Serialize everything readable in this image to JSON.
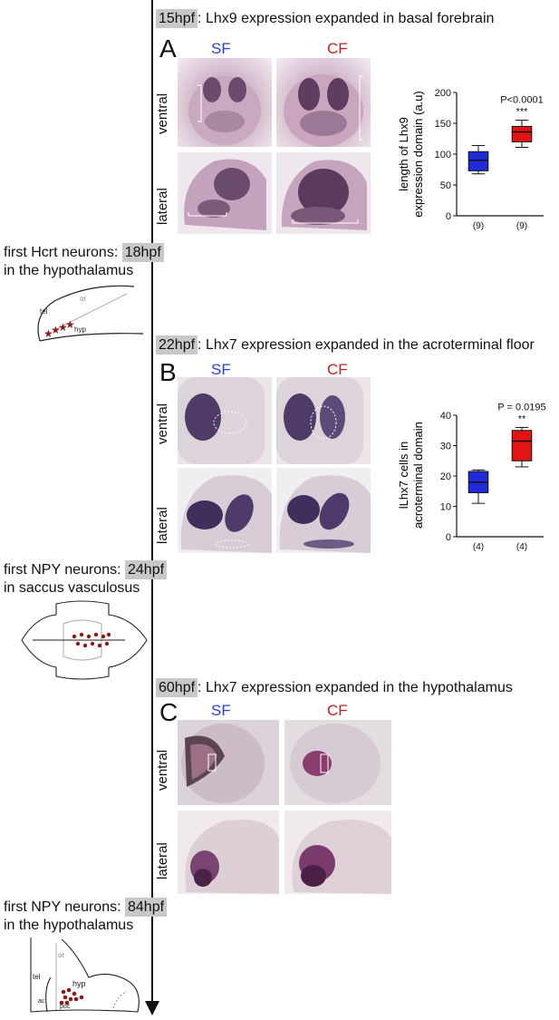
{
  "timeline": {
    "panelA": {
      "time": "15hpf",
      "text": "Lhx9 expression expanded in basal forebrain",
      "letter": "A"
    },
    "hcrt": {
      "line1_text": "first Hcrt neurons:",
      "time": "18hpf",
      "line2": "in the hypothalamus",
      "diagram_labels": {
        "or": "or",
        "tel": "tel",
        "hyp": "hyp"
      }
    },
    "panelB": {
      "time": "22hpf",
      "text": "Lhx7 expression expanded in the acroterminal floor",
      "letter": "B"
    },
    "npy1": {
      "line1_text": "first NPY neurons:",
      "time": "24hpf",
      "line2": "in saccus vasculosus"
    },
    "panelC": {
      "time": "60hpf",
      "text": "Lhx7 expression expanded in the hypothalamus",
      "letter": "C"
    },
    "npy2": {
      "line1_text": "first NPY neurons:",
      "time": "84hpf",
      "line2": "in the hypothalamus",
      "diagram_labels": {
        "or": "or",
        "tel": "tel",
        "hyp": "hyp",
        "ac": "ac",
        "poc": "poc"
      }
    }
  },
  "labels": {
    "sf": "SF",
    "cf": "CF",
    "ventral": "ventral",
    "lateral": "lateral"
  },
  "colors": {
    "sf": "#2b3fd1",
    "cf": "#c81e1e",
    "box_sf": "#1f2bd6",
    "box_cf": "#e21515",
    "dots": "#8b1a1a"
  },
  "chart_data": [
    {
      "type": "box",
      "ylabel_line1": "length of Lhx9",
      "ylabel_line2": "expression domain (a.u)",
      "ylim": [
        0,
        200
      ],
      "yticks": [
        "0",
        "50",
        "100",
        "150",
        "200"
      ],
      "categories": [
        "(9)",
        "(9)"
      ],
      "series": [
        {
          "min": 68,
          "q1": 73,
          "median": 90,
          "q3": 104,
          "max": 114
        },
        {
          "min": 111,
          "q1": 120,
          "median": 136,
          "q3": 145,
          "max": 155
        }
      ],
      "annotation_p": "P<0.0001",
      "annotation_stars": "***"
    },
    {
      "type": "box",
      "ylabel_line1": "lLhx7 cells in",
      "ylabel_line2": "acroterminal domain",
      "ylim": [
        0,
        40
      ],
      "yticks": [
        "0",
        "10",
        "20",
        "30",
        "40"
      ],
      "categories": [
        "(4)",
        "(4)"
      ],
      "series": [
        {
          "min": 11,
          "q1": 14.5,
          "median": 18,
          "q3": 21.5,
          "max": 22
        },
        {
          "min": 23,
          "q1": 25,
          "median": 31.5,
          "q3": 35,
          "max": 36
        }
      ],
      "annotation_p": "P = 0.0195",
      "annotation_stars": "**"
    }
  ]
}
